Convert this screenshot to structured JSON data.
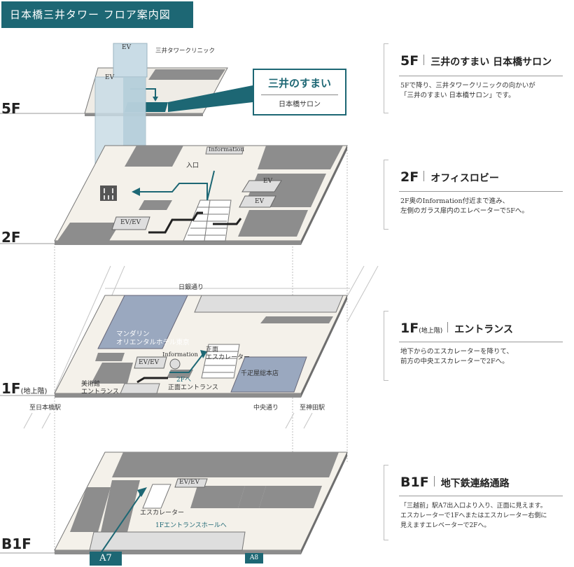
{
  "title": "日本橋三井タワー フロア案内図",
  "floors": {
    "f5": "5F",
    "f2": "2F",
    "f1": "1F",
    "f1_sub": "(地上階)",
    "b1": "B1F"
  },
  "callout": {
    "main": "三井のすまい",
    "sub": "日本橋サロン"
  },
  "map_labels": {
    "ev_5f_top": "EV",
    "ev_5f_front": "EV",
    "clinic": "三井タワークリニック",
    "information_2f": "Information",
    "entrance_2f": "入口",
    "ev_2f_a": "EV",
    "ev_2f_b": "EV",
    "ev_ev_2f": "EV/EV",
    "street_nichigin": "日銀通り",
    "mandarin": "マンダリン\nオリエンタルホテル東京",
    "front_escalator": "正面\nエスカレーター",
    "ev_ev_1f": "EV/EV",
    "information_1f": "Information",
    "to_2f": "2Fへ",
    "museum_entrance": "美術館\nエントランス",
    "front_entrance": "正面エントランス",
    "senbikiya": "千疋屋総本店",
    "to_nihonbashi": "至日本橋駅",
    "chuo_dori": "中央通り",
    "to_kanda": "至神田駅",
    "ev_ev_b1": "EV/EV",
    "escalator_b1": "エスカレーター",
    "to_hall": "1Fエントランスホールへ",
    "exit_a7": "A7",
    "exit_a8": "A8"
  },
  "info": [
    {
      "code": "5F",
      "code_sub": "",
      "name": "三井のすまい 日本橋サロン",
      "desc": "5Fで降り、三井タワークリニックの向かいが\n「三井のすまい 日本橋サロン」です。"
    },
    {
      "code": "2F",
      "code_sub": "",
      "name": "オフィスロビー",
      "desc": "2F奥のInformation付近まで進み、\n左側のガラス扉内のエレベーターで5Fへ。"
    },
    {
      "code": "1F",
      "code_sub": "(地上階)",
      "name": "エントランス",
      "desc": "地下からのエスカレーターを降りて、\n前方の中央エスカレーターで2Fへ。"
    },
    {
      "code": "B1F",
      "code_sub": "",
      "name": "地下鉄連絡通路",
      "desc": "「三越前」駅A7出入口より入り、正面に見えます。\nエスカレーターで1Fへまたはエスカレーター右側に\n見えますエレベーターで2Fへ。"
    }
  ],
  "colors": {
    "accent": "#1d6774",
    "block": "#8d8d8d",
    "block_light": "#dedede",
    "floor": "#f4f1ea",
    "store": "#9aa8bf",
    "glass": "#c9dce6"
  }
}
